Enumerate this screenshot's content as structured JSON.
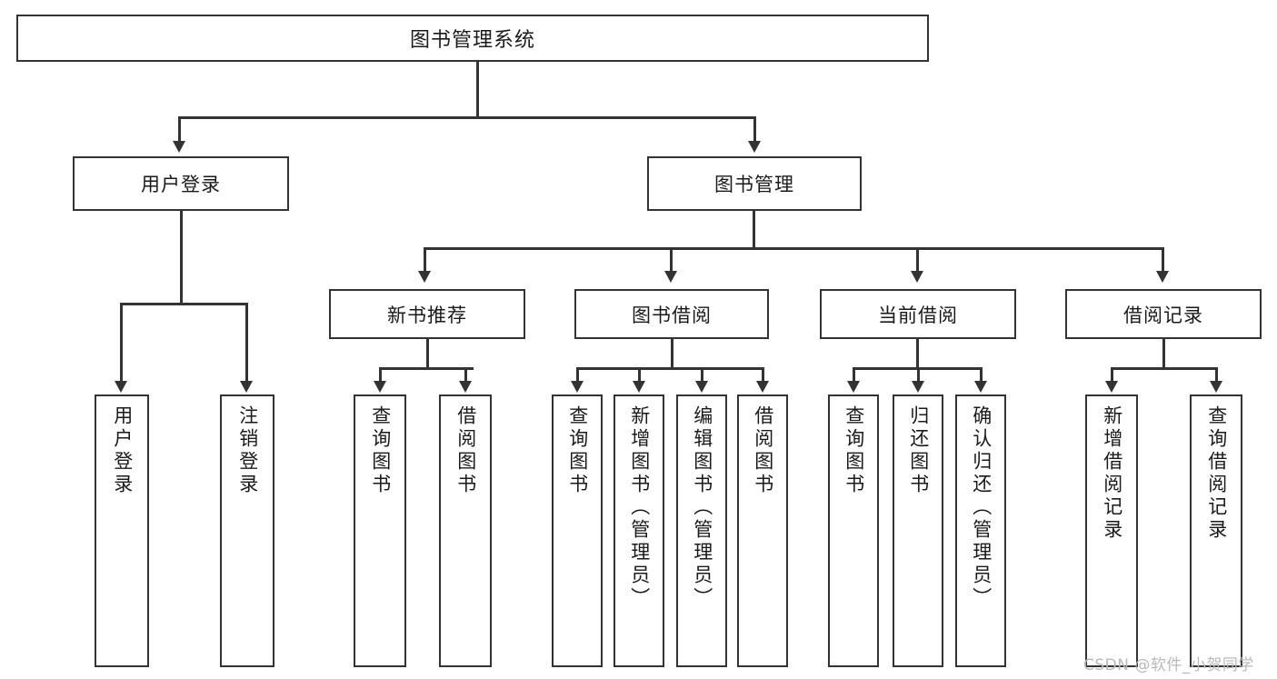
{
  "diagram": {
    "type": "tree",
    "title": "图书管理系统",
    "root": {
      "label": "图书管理系统"
    },
    "level2": [
      {
        "label": "用户登录"
      },
      {
        "label": "图书管理"
      }
    ],
    "level3": [
      {
        "label": "新书推荐"
      },
      {
        "label": "图书借阅"
      },
      {
        "label": "当前借阅"
      },
      {
        "label": "借阅记录"
      }
    ],
    "leaves": {
      "user_login": [
        {
          "label": "用户登录"
        },
        {
          "label": "注销登录"
        }
      ],
      "new_book_recommend": [
        {
          "label": "查询图书"
        },
        {
          "label": "借阅图书"
        }
      ],
      "book_borrow": [
        {
          "label": "查询图书"
        },
        {
          "label": "新增图书（管理员）"
        },
        {
          "label": "编辑图书（管理员）"
        },
        {
          "label": "借阅图书"
        }
      ],
      "current_borrow": [
        {
          "label": "查询图书"
        },
        {
          "label": "归还图书"
        },
        {
          "label": "确认归还（管理员）"
        }
      ],
      "borrow_record": [
        {
          "label": "新增借阅记录"
        },
        {
          "label": "查询借阅记录"
        }
      ]
    }
  },
  "watermark": {
    "text": "CSDN @软件_小贺同学"
  },
  "colors": {
    "stroke": "#333333",
    "background": "#ffffff",
    "text": "#1a1a1a",
    "watermark": "#b9b9b9"
  }
}
